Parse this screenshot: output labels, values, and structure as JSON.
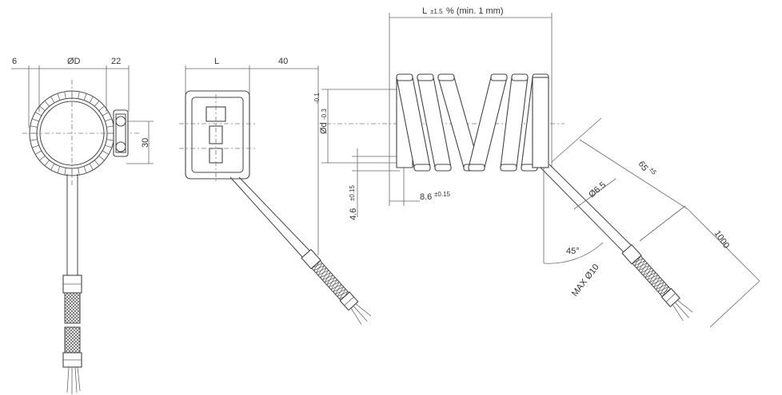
{
  "view1": {
    "dim_left": "6",
    "dim_diameter": "ØD",
    "dim_clamp": "22",
    "dim_height": "30"
  },
  "view2": {
    "dim_length": "L",
    "dim_offset": "40"
  },
  "view3": {
    "dim_length": "L",
    "dim_length_tol": "±1.5",
    "dim_length_note": "% (min. 1 mm)",
    "dim_inner": "Ød",
    "dim_inner_tol_a": "-0.1",
    "dim_inner_tol_b": "-0.3",
    "dim_thickness": "4.6",
    "dim_thickness_tol": "±0.15",
    "dim_width": "8.6",
    "dim_width_tol": "±0.15",
    "dim_tail": "65",
    "dim_tail_tol": "±5",
    "dim_cable_dia": "Ø6.5",
    "dim_angle": "45°",
    "dim_max": "MAX Ø10",
    "dim_cable_len": "1000"
  }
}
